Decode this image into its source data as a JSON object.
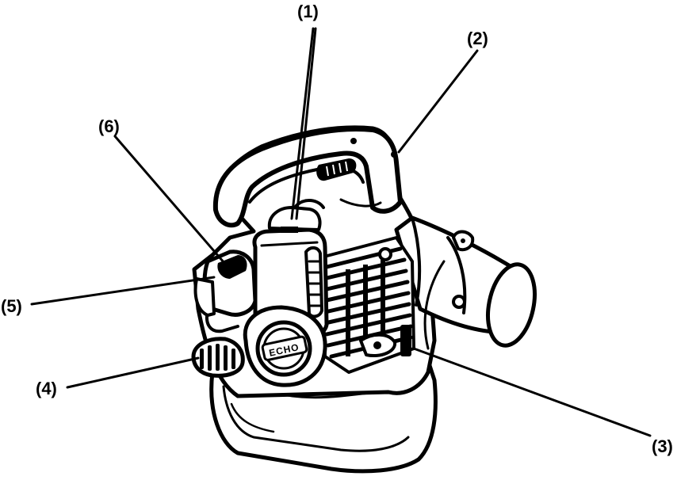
{
  "figure": {
    "callouts": [
      {
        "id": "c1",
        "label": "(1)"
      },
      {
        "id": "c2",
        "label": "(2)"
      },
      {
        "id": "c3",
        "label": "(3)"
      },
      {
        "id": "c4",
        "label": "(4)"
      },
      {
        "id": "c5",
        "label": "(5)"
      },
      {
        "id": "c6",
        "label": "(6)"
      }
    ],
    "brand_mark": "ECHO"
  },
  "colors": {
    "ink": "#000000",
    "paper": "#ffffff"
  }
}
